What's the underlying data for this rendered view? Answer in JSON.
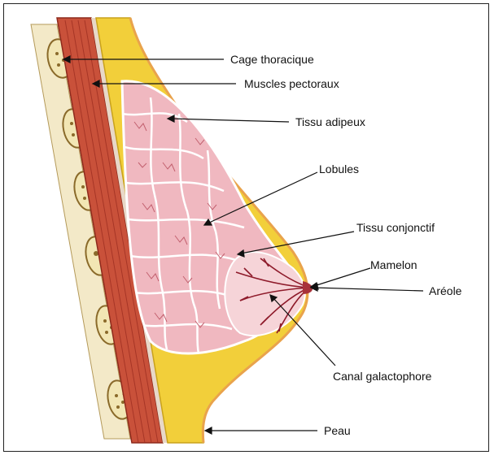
{
  "diagram": {
    "labels": {
      "cage_thoracique": "Cage thoracique",
      "muscles_pectoraux": "Muscles pectoraux",
      "tissu_adipeux": "Tissu adipeux",
      "lobules": "Lobules",
      "tissu_conjonctif": "Tissu conjonctif",
      "mamelon": "Mamelon",
      "areole": "Aréole",
      "canal_galactophore": "Canal galactophore",
      "peau": "Peau"
    },
    "colors": {
      "ribs": "#f2e6b4",
      "rib_dots": "#8a6a2a",
      "muscle": "#c9513a",
      "muscle_stripe": "#9e2f22",
      "fat": "#f2cf3a",
      "fat_outline": "#c9a21b",
      "lobule_fill": "#f0b8c0",
      "lobule_line": "#ffffff",
      "duct": "#8e1a2a",
      "connective": "#f6d4d8",
      "skin": "#e9a34c"
    }
  }
}
